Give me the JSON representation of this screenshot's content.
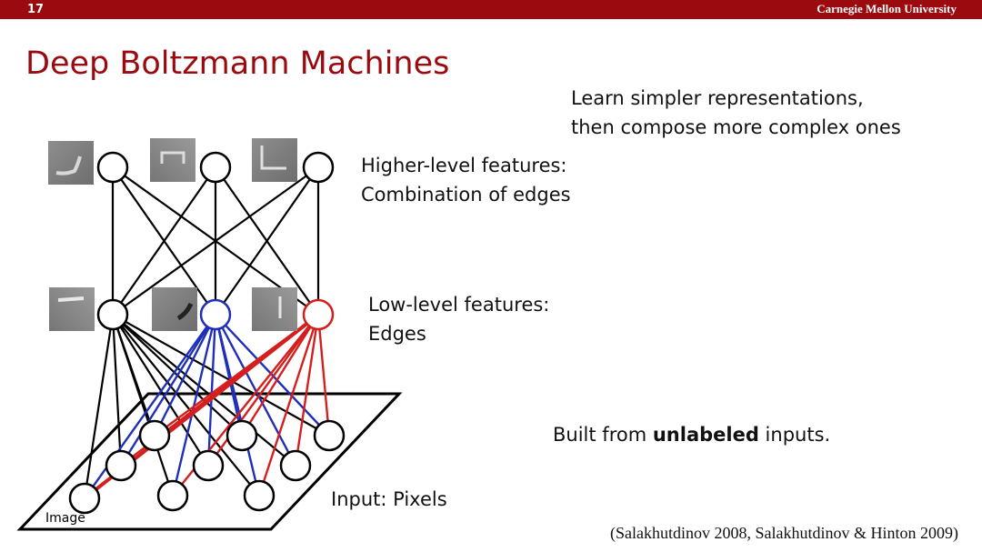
{
  "header": {
    "slide_number": "17",
    "institution": "Carnegie Mellon University",
    "accent_color": "#9a0a0f"
  },
  "title": "Deep Boltzmann Machines",
  "intro": {
    "line1": "Learn simpler representations,",
    "line2": "then compose more complex ones"
  },
  "labels": {
    "higher_line1": "Higher-level features:",
    "higher_line2": "Combination of edges",
    "low_line1": "Low-level features:",
    "low_line2": "Edges",
    "input": "Input: Pixels",
    "image": "Image"
  },
  "built": {
    "prefix": "Built from ",
    "bold": "unlabeled",
    "suffix": " inputs."
  },
  "citation": "(Salakhutdinov 2008, Salakhutdinov & Hinton 2009)",
  "colors": {
    "blue_unit": "#1f2fb8",
    "red_unit": "#d41f1f"
  }
}
